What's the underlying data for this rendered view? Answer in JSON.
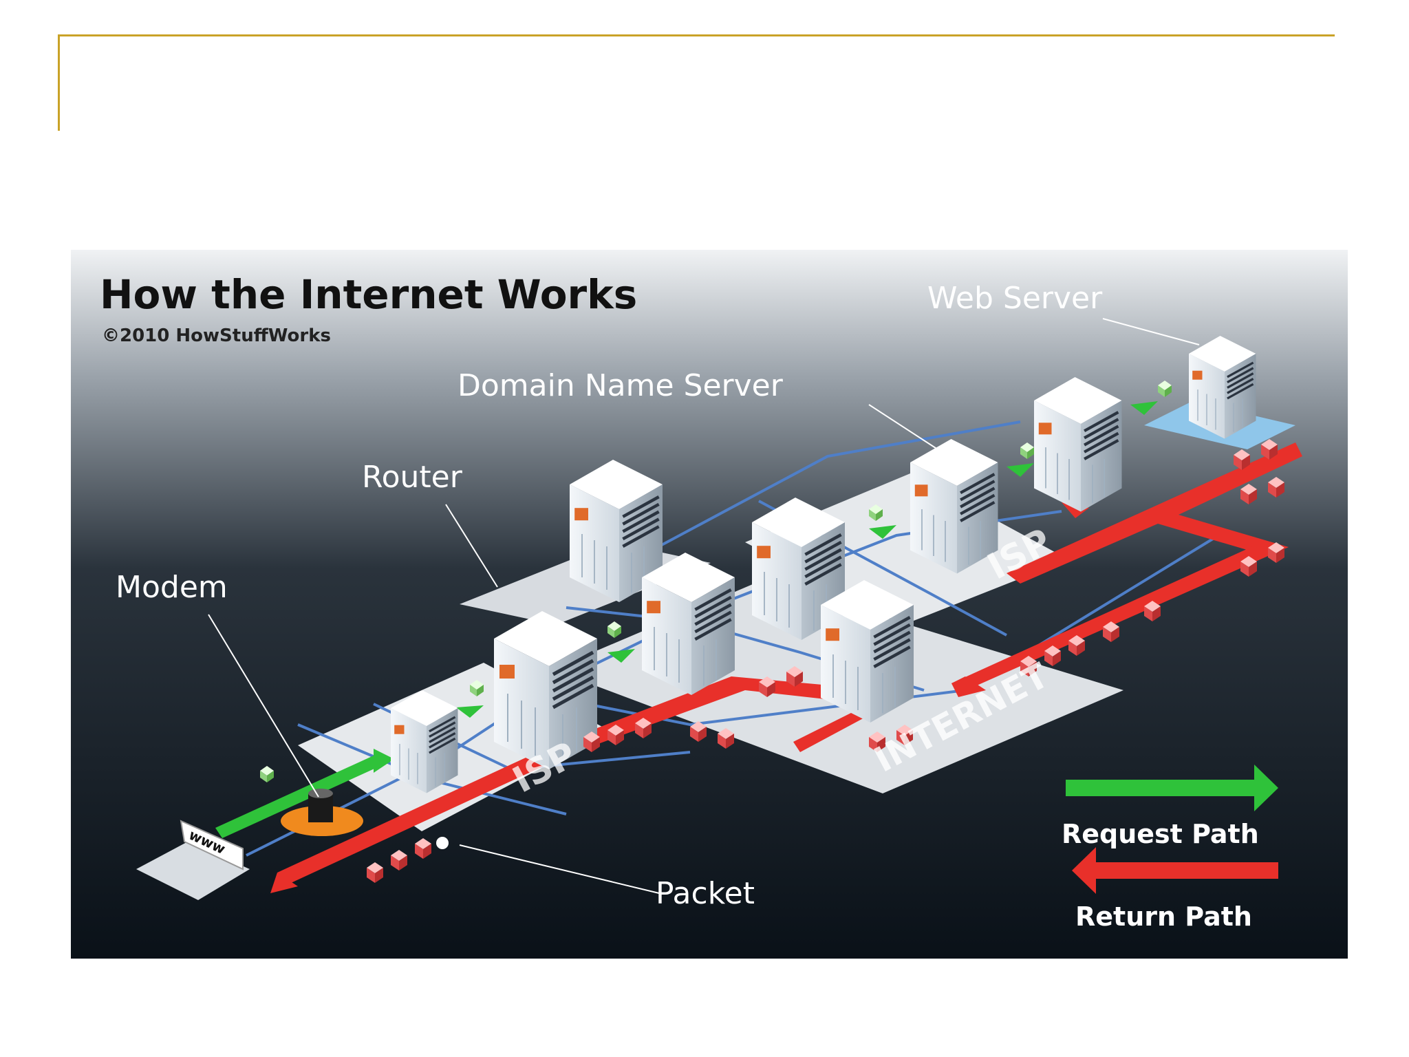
{
  "slide": {
    "accent_color": "#c9a227"
  },
  "diagram": {
    "title": "How the Internet Works",
    "copyright": "©2010 HowStuffWorks",
    "labels": {
      "web_server": "Web Server",
      "dns": "Domain Name Server",
      "router": "Router",
      "modem": "Modem",
      "packet": "Packet",
      "isp_left": "ISP",
      "isp_right": "ISP",
      "internet": "INTERNET",
      "laptop_screen": "www"
    },
    "legend": {
      "request": "Request Path",
      "return": "Return Path"
    },
    "colors": {
      "request": "#2fc23a",
      "return": "#e8302a",
      "network": "#4f7fc8",
      "background_top": "#f0f2f4",
      "background_bottom": "#0a1118"
    }
  }
}
